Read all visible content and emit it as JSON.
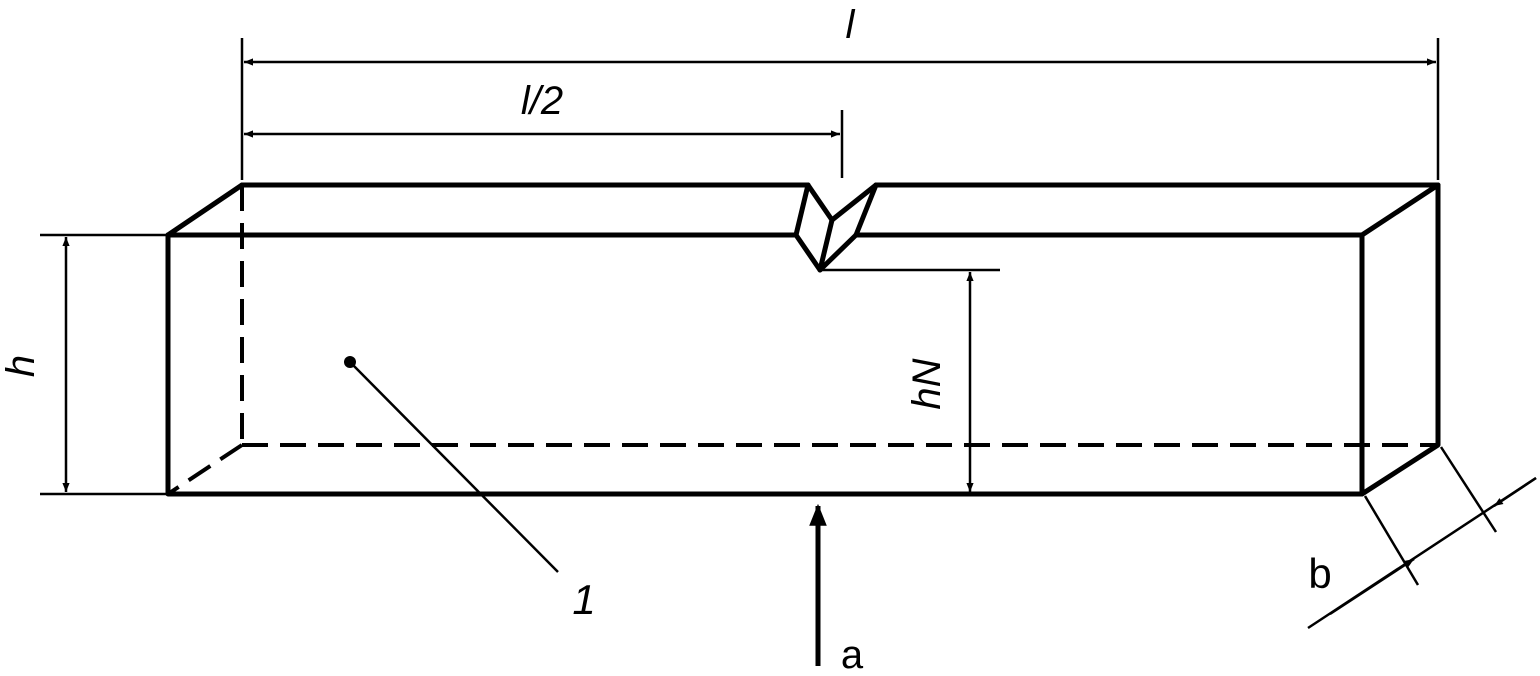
{
  "labels": {
    "length": "l",
    "half_length": "l/2",
    "height": "h",
    "notch_height": "hN",
    "width": "b",
    "item": "1",
    "force": "a"
  }
}
